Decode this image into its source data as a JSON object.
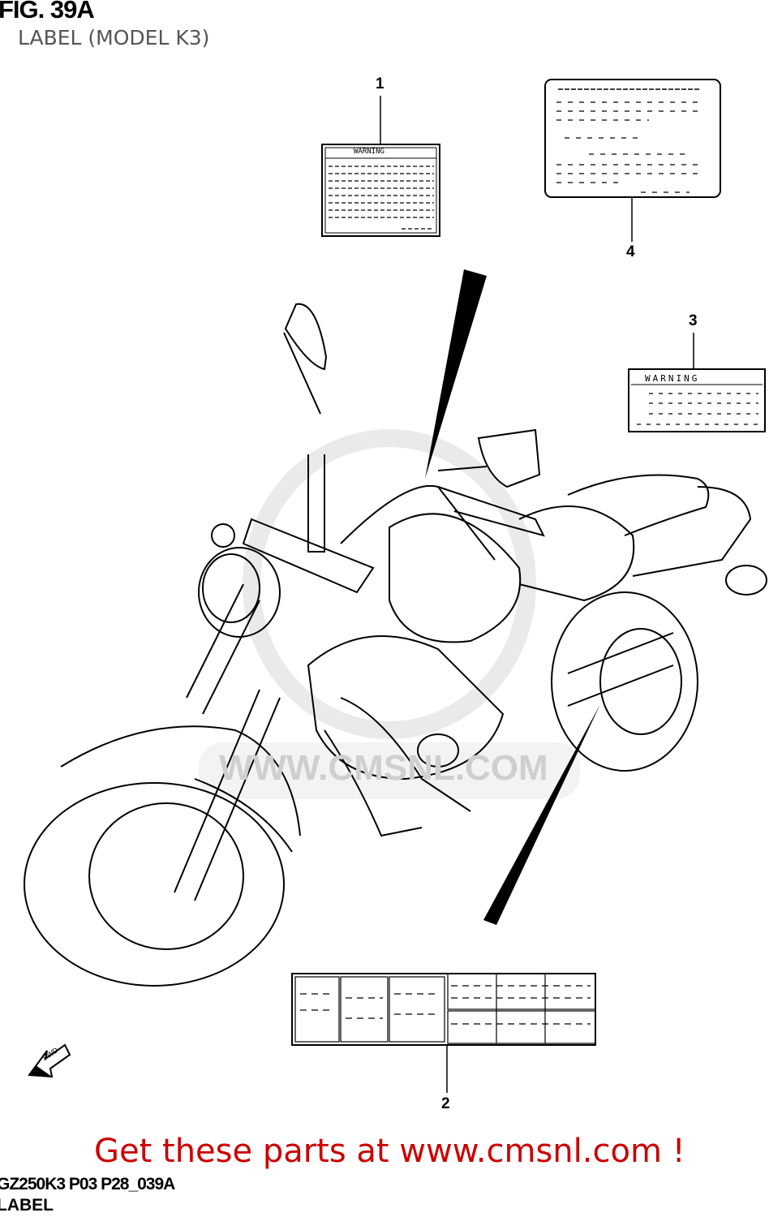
{
  "figure": {
    "title": "FIG. 39A",
    "subtitle": "LABEL (MODEL K3)",
    "code": "GZ250K3 P03 P28_039A",
    "name": "LABEL"
  },
  "callouts": [
    "1",
    "2",
    "3",
    "4"
  ],
  "labels": {
    "label_1_header": "WARNING",
    "label_3_header": "WARNING"
  },
  "direction_marker": "FWD",
  "watermark": "WWW.CMSNL.COM",
  "promo": "Get these parts at www.cmsnl.com !",
  "colors": {
    "promo": "#cc0000",
    "line": "#000000",
    "watermark": "#e4e4e4"
  }
}
